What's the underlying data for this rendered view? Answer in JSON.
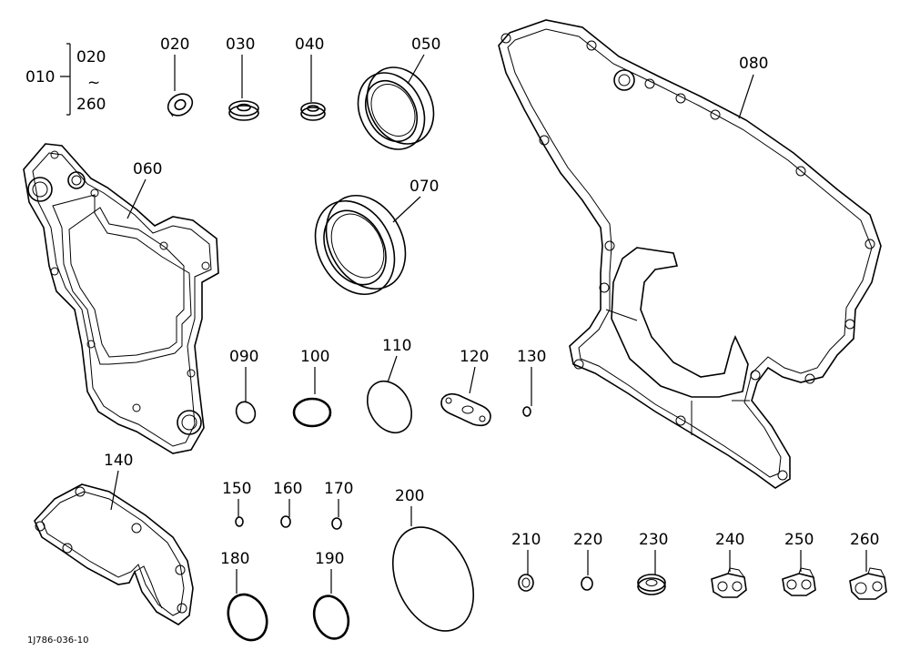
{
  "diagram": {
    "drawing_code": "1J786-036-10",
    "group_label": {
      "parent": "010",
      "range_start": "020",
      "range_sep": "~",
      "range_end": "260"
    },
    "parts": [
      {
        "id": "020",
        "label": "020",
        "shape": "washer"
      },
      {
        "id": "030",
        "label": "030",
        "shape": "washer"
      },
      {
        "id": "040",
        "label": "040",
        "shape": "washer"
      },
      {
        "id": "050",
        "label": "050",
        "shape": "oil-seal"
      },
      {
        "id": "060",
        "label": "060",
        "shape": "gasket"
      },
      {
        "id": "070",
        "label": "070",
        "shape": "oil-seal"
      },
      {
        "id": "080",
        "label": "080",
        "shape": "gasket"
      },
      {
        "id": "090",
        "label": "090",
        "shape": "o-ring"
      },
      {
        "id": "100",
        "label": "100",
        "shape": "o-ring"
      },
      {
        "id": "110",
        "label": "110",
        "shape": "o-ring"
      },
      {
        "id": "120",
        "label": "120",
        "shape": "gasket"
      },
      {
        "id": "130",
        "label": "130",
        "shape": "o-ring"
      },
      {
        "id": "140",
        "label": "140",
        "shape": "gasket"
      },
      {
        "id": "150",
        "label": "150",
        "shape": "o-ring"
      },
      {
        "id": "160",
        "label": "160",
        "shape": "o-ring"
      },
      {
        "id": "170",
        "label": "170",
        "shape": "o-ring"
      },
      {
        "id": "180",
        "label": "180",
        "shape": "o-ring"
      },
      {
        "id": "190",
        "label": "190",
        "shape": "o-ring"
      },
      {
        "id": "200",
        "label": "200",
        "shape": "o-ring"
      },
      {
        "id": "210",
        "label": "210",
        "shape": "washer"
      },
      {
        "id": "220",
        "label": "220",
        "shape": "o-ring"
      },
      {
        "id": "230",
        "label": "230",
        "shape": "washer"
      },
      {
        "id": "240",
        "label": "240",
        "shape": "seal-clip"
      },
      {
        "id": "250",
        "label": "250",
        "shape": "seal-clip"
      },
      {
        "id": "260",
        "label": "260",
        "shape": "seal-clip"
      }
    ]
  }
}
